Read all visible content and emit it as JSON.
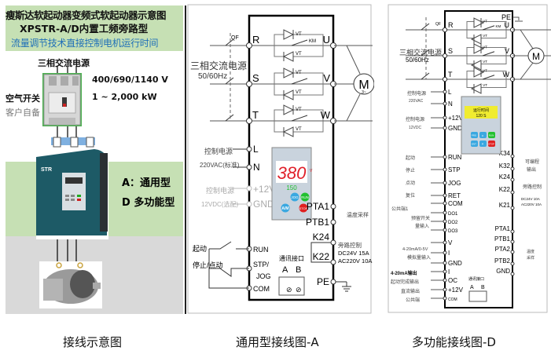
{
  "left_panel": {
    "title_line1": "瘦斯达软起动器变频式软起动器示意图",
    "title_line2": "XPSTR-A/D内置工频旁路型",
    "title_line3": "流量调节技术直接控制电机运行时间",
    "power_label": "三相交流电源",
    "voltage": "400/690/1140 V",
    "power_range": "1 ~ 2,000 kW",
    "breaker_label": "空气开关",
    "breaker_note": "客户自备",
    "type_a": "A：通用型",
    "type_d": "D 多功能型",
    "device_brand": "STR"
  },
  "common": {
    "qf": "QF",
    "km": "KM",
    "vt": "VT",
    "motor": "M",
    "motor_sub": "3~",
    "supply": "三相交流电源",
    "freq": "50/60Hz",
    "comm_port": "通讯接口",
    "a": "A",
    "b": "B",
    "pe": "PE"
  },
  "diagram_a": {
    "inputs": [
      "R",
      "S",
      "T"
    ],
    "outputs": [
      "U",
      "V",
      "W"
    ],
    "left_terminals": [
      "L",
      "N",
      "+12V",
      "GND",
      "RUN",
      "STP/\nJOG",
      "COM"
    ],
    "ctrl_power": "控制电源",
    "ctrl_power_spec": "220VAC(标准)",
    "ctrl_power2": "控制电源",
    "ctrl_power2_spec": "12VDC(选配)",
    "start": "起动",
    "stop_jog": "停止/点动",
    "stp": "STP/",
    "jog": "JOG",
    "right_terminals": [
      "PTA1",
      "PTB1",
      "K24",
      "K22"
    ],
    "temp_sample": "温度采样",
    "bypass_ctrl": "旁路控制",
    "rating1": "DC24V 15A",
    "rating2": "AC220V 10A",
    "display_main": "380",
    "display_sub": "150",
    "display_unit": "V",
    "buttons": [
      "JOG",
      "RUN",
      "A/M",
      "STOP"
    ]
  },
  "diagram_d": {
    "inputs": [
      "R",
      "S",
      "T"
    ],
    "outputs": [
      "U",
      "V",
      "W"
    ],
    "left_terminals": [
      "L",
      "N",
      "+12V",
      "GND",
      "RUN",
      "STP",
      "JOG",
      "RET",
      "COM",
      "DO1",
      "DO2",
      "DO3",
      "V",
      "I",
      "GND",
      "I",
      "OC",
      "+12V",
      "COM"
    ],
    "ctrl_power": "控制电源",
    "ctrl_power_spec": "220VAC",
    "ctrl_power2": "控制电源",
    "ctrl_power2_spec": "12VDC",
    "start": "起动",
    "stop": "停止",
    "jog": "点动",
    "reset": "复位",
    "common1": "公共端1",
    "reserve_in": "预留开关",
    "reserve_in2": "量输入",
    "analog_in": "4-20mA/0-5V",
    "analog_in2": "模拟量输入",
    "out_420": "4-20mA输出",
    "out_done": "起动完成输出",
    "out_dc": "直流输出",
    "out_dc2": "公共端",
    "right_terminals": [
      "K34",
      "K32",
      "K24",
      "K22",
      "K21",
      "PTA1",
      "PTB1",
      "PTA2",
      "PTB2",
      "GND"
    ],
    "programmable": "可编程",
    "programmable2": "输出",
    "bypass_ctrl": "旁路控制",
    "rating1": "DC24V 10A",
    "rating2": "AC220V 10A",
    "temp": "温度",
    "temp2": "采样",
    "lcd_line1": "运行时间",
    "lcd_line2": "120 S",
    "buttons": [
      "PRG",
      "▲",
      "RUN",
      "ENT",
      "▼",
      "STOP"
    ]
  },
  "captions": [
    "接线示意图",
    "通用型接线图-A",
    "多功能接线图-D"
  ],
  "colors": {
    "header_green": "#c6e0b4",
    "title_blue": "#1f6fb8",
    "device_teal": "#1d5a66",
    "display_red": "#e0202a"
  }
}
